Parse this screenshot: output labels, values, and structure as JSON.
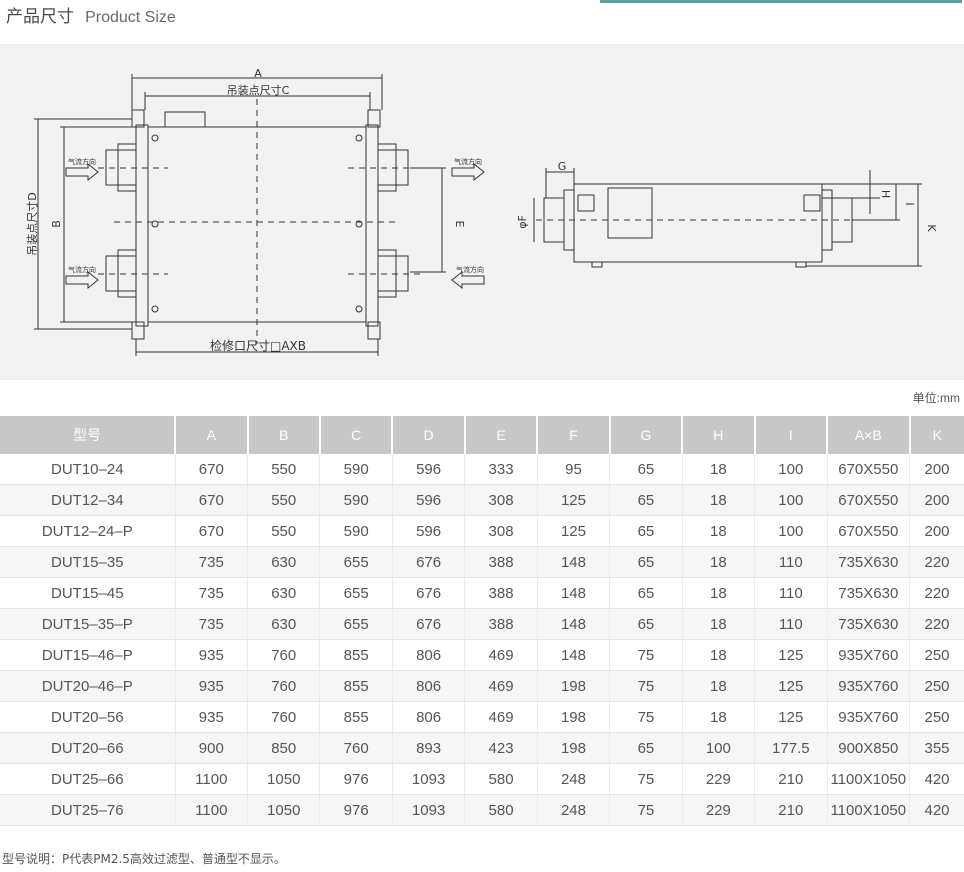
{
  "header": {
    "title_cn": "产品尺寸",
    "title_en": "Product Size"
  },
  "diagram": {
    "label_a": "A",
    "label_c": "吊装点尺寸C",
    "label_d": "吊装点尺寸D",
    "label_b": "B",
    "label_e": "E",
    "label_access": "检修口尺寸□AXB",
    "airflow": "气流方向",
    "label_g": "G",
    "label_h": "H",
    "label_i": "I",
    "label_k": "K",
    "label_f": "φF"
  },
  "unit": "单位:mm",
  "table": {
    "headers": [
      "型号",
      "A",
      "B",
      "C",
      "D",
      "E",
      "F",
      "G",
      "H",
      "I",
      "A×B",
      "K"
    ],
    "rows": [
      [
        "DUT10–24",
        "670",
        "550",
        "590",
        "596",
        "333",
        "95",
        "65",
        "18",
        "100",
        "670X550",
        "200"
      ],
      [
        "DUT12–34",
        "670",
        "550",
        "590",
        "596",
        "308",
        "125",
        "65",
        "18",
        "100",
        "670X550",
        "200"
      ],
      [
        "DUT12–24–P",
        "670",
        "550",
        "590",
        "596",
        "308",
        "125",
        "65",
        "18",
        "100",
        "670X550",
        "200"
      ],
      [
        "DUT15–35",
        "735",
        "630",
        "655",
        "676",
        "388",
        "148",
        "65",
        "18",
        "110",
        "735X630",
        "220"
      ],
      [
        "DUT15–45",
        "735",
        "630",
        "655",
        "676",
        "388",
        "148",
        "65",
        "18",
        "110",
        "735X630",
        "220"
      ],
      [
        "DUT15–35–P",
        "735",
        "630",
        "655",
        "676",
        "388",
        "148",
        "65",
        "18",
        "110",
        "735X630",
        "220"
      ],
      [
        "DUT15–46–P",
        "935",
        "760",
        "855",
        "806",
        "469",
        "148",
        "75",
        "18",
        "125",
        "935X760",
        "250"
      ],
      [
        "DUT20–46–P",
        "935",
        "760",
        "855",
        "806",
        "469",
        "198",
        "75",
        "18",
        "125",
        "935X760",
        "250"
      ],
      [
        "DUT20–56",
        "935",
        "760",
        "855",
        "806",
        "469",
        "198",
        "75",
        "18",
        "125",
        "935X760",
        "250"
      ],
      [
        "DUT20–66",
        "900",
        "850",
        "760",
        "893",
        "423",
        "198",
        "65",
        "100",
        "177.5",
        "900X850",
        "355"
      ],
      [
        "DUT25–66",
        "1100",
        "1050",
        "976",
        "1093",
        "580",
        "248",
        "75",
        "229",
        "210",
        "1100X1050",
        "420"
      ],
      [
        "DUT25–76",
        "1100",
        "1050",
        "976",
        "1093",
        "580",
        "248",
        "75",
        "229",
        "210",
        "1100X1050",
        "420"
      ]
    ]
  },
  "note": "型号说明：P代表PM2.5高效过滤型、普通型不显示。"
}
